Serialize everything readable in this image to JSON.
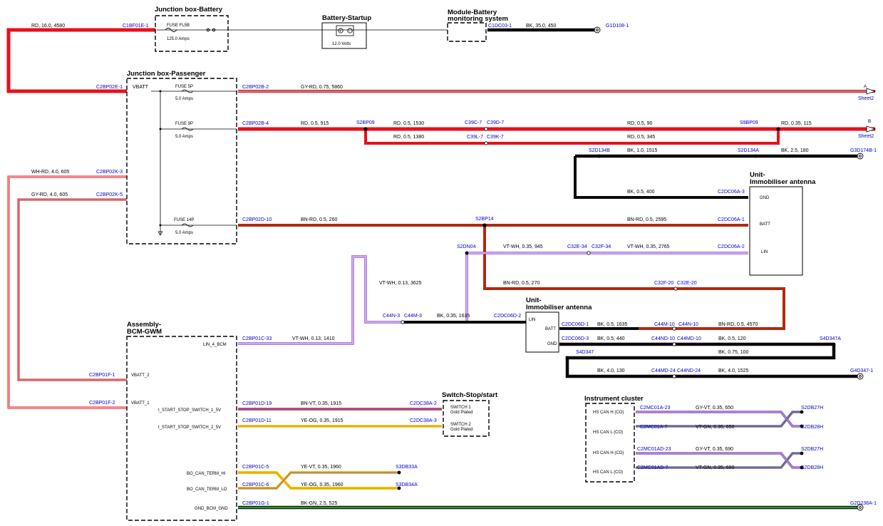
{
  "colors": {
    "RD": "#e8101a",
    "BK": "#0a0a0a",
    "GY": "#a8a8a8",
    "BN": "#b02a10",
    "VT": "#9a55d8",
    "WH": "#ffffff",
    "YE": "#f2c80c",
    "OG": "#e89a10",
    "GN": "#2a9a2a",
    "connector": "#0000cc",
    "box": "#000000"
  },
  "boxes": {
    "jb_battery": {
      "title": "Junction box-Battery",
      "fuse": "FUSE FL5B",
      "amps": "125.0 Amps"
    },
    "battery": {
      "title": "Battery-Startup",
      "volts": "12.0 Volts"
    },
    "bms": {
      "title1": "Module-Battery",
      "title2": "monitoring system"
    },
    "jb_passenger": {
      "title": "Junction box-Passenger",
      "vbatt": "VBATT",
      "fuses": [
        {
          "name": "FUSE 5P",
          "amps": "5.0 Amps"
        },
        {
          "name": "FUSE 9P",
          "amps": "5.0 Amps"
        },
        {
          "name": "FUSE 14P",
          "amps": "5.0 Amps"
        }
      ]
    },
    "immob_antenna_top": {
      "title1": "Unit-",
      "title2": "Immobiliser antenna",
      "pins": [
        "GND",
        "BATT",
        "LIN"
      ]
    },
    "immob_antenna_mid": {
      "title1": "Unit-",
      "title2": "Immobiliser antenna",
      "pins": [
        "LIN",
        "BATT",
        "GND"
      ]
    },
    "bcm": {
      "title1": "Assembly-",
      "title2": "BCM-GWM",
      "pins": [
        "LIN_4_BCM",
        "VBATT_2",
        "VBATT_1",
        "I_START_STOP_SWITCH_1_5V",
        "I_START_STOP_SWITCH_2_5V",
        "BO_CAN_TERM_HI",
        "BO_CAN_TERM_LO",
        "GND_BCM_GND"
      ]
    },
    "switch": {
      "title": "Switch-Stop/start",
      "s1": "SWITCH 1",
      "s2": "SWITCH 2",
      "gold": "Gold Plated"
    },
    "cluster": {
      "title": "Instrument cluster",
      "pins": [
        "HS CAN H (CO)",
        "HS CAN L (CO)",
        "HS CAN H (CO)",
        "HS CAN L (CO)"
      ]
    }
  },
  "sheets": [
    {
      "letter": "A",
      "label": "Sheet2"
    },
    {
      "letter": "B",
      "label": "Sheet2"
    }
  ],
  "connectors": {
    "c1bf01e1": "C1BF01E-1",
    "c1dc031": "C1DC03-1",
    "g1d1081": "G1D108-1",
    "c2bp02e1": "C2BP02E-1",
    "c2bp02b2": "C2BP02B-2",
    "c2bp02b4": "C2BP02B-4",
    "s2bp09": "S2BP09",
    "c39c7": "C39C-7",
    "c39d7": "C39D-7",
    "c39l7": "C39L-7",
    "c39k7": "C39K-7",
    "s9bp09": "S9BP09",
    "s2d134b": "S2D134B",
    "s2d134a": "S2D134A",
    "g3d174b1": "G3D174B-1",
    "c2bp02k3": "C2BP02K-3",
    "c2bp02k5": "C2BP02K-5",
    "c2dc06a3": "C2DC06A-3",
    "c2bp02d10": "C2BP02D-10",
    "s2bp14": "S2BP14",
    "c2dc06a1": "C2DC06A-1",
    "s2dn04": "S2DN04",
    "c32e34": "C32E-34",
    "c32f34": "C32F-34",
    "c2dc06a2": "C2DC06A-2",
    "c32f20": "C32F-20",
    "c32e20": "C32E-20",
    "c44n3": "C44N-3",
    "c44m3": "C44M-3",
    "c2dc06d2": "C2DC06D-2",
    "c2dc06d1": "C2DC06D-1",
    "c44m10": "C44M-10",
    "c44n10": "C44N-10",
    "c2dc06d3": "C2DC06D-3",
    "c44nd10": "C44ND-10",
    "c44md10": "C44MD-10",
    "s4d347a": "S4D347A",
    "s4d347": "S4D347",
    "c44md24": "C44MD-24",
    "c44nd24": "C44ND-24",
    "g4d3471": "G4D347-1",
    "c2bp01c33": "C2BP01C-33",
    "c2bp01f1": "C2BP01F-1",
    "c2bp01f2": "C2BP01F-2",
    "c2bp01d19": "C2BP01D-19",
    "c2dc38a2": "C2DC38A-2",
    "c2bp01d11": "C2BP01D-11",
    "c2dc38a3": "C2DC38A-3",
    "c2bp01c5": "C2BP01C-5",
    "s3db33a": "S3DB33A",
    "c2bp01c6": "C2BP01C-6",
    "s3db34a": "S3DB34A",
    "c2bp01g1": "C2BP01G-1",
    "g2d2381": "G2D238A-1",
    "c2mc01a23": "C2MC01A-23",
    "s2db27h_1": "S2DB27H",
    "c2mc01a7": "C2MC01A-7",
    "s2db28h_1": "S2DB28H",
    "c2mc01ad23": "C2MC01AD-23",
    "s2db27h_2": "S2DB27H",
    "c2mc01ad7": "C2MC01AD-7",
    "s2db28h_2": "S2DB28H"
  },
  "wires": {
    "w_rd_16_4580": "RD,  16.0,  4580",
    "w_bk_35_450": "BK,  35.0,  450",
    "w_gyrd_075_5860": "GY-RD,  0.75,  5860",
    "w_rd_05_915": "RD,  0.5,  915",
    "w_rd_05_1530": "RD,  0.5,  1530",
    "w_rd_05_90": "RD,  0.5,  90",
    "w_rd_035_115": "RD,  0.35,  115",
    "w_rd_05_1380": "RD,  0.5,  1380",
    "w_rd_05_345": "RD,  0.5,  345",
    "w_bk_1_1515": "BK,  1.0,  1515",
    "w_bk_25_180": "BK,  2.5,  180",
    "w_bk_05_400": "BK,  0.5,  400",
    "w_whrd_4_605": "WH-RD,  4.0,  605",
    "w_gyrd_4_605": "GY-RD,  4.0,  605",
    "w_bnrd_05_260": "BN-RD,  0.5,  260",
    "w_bnrd_05_2595": "BN-RD,  0.5,  2595",
    "w_vtwh_035_945": "VT-WH,  0.35,  945",
    "w_vtwh_035_2765": "VT-WH,  0.35,  2765",
    "w_vtwh_013_3625": "VT-WH,  0.13,  3625",
    "w_bnrd_05_270": "BN-RD,  0.5,  270",
    "w_bk_035_1635a": "BK,  0.35,  1635",
    "w_bk_05_1635": "BK,  0.5,  1635",
    "w_bnrd_05_4570": "BN-RD,  0.5,  4570",
    "w_bk_05_440": "BK,  0.5,  440",
    "w_bk_05_120": "BK,  0.5,  120",
    "w_bk_075_100": "BK,  0.75,  100",
    "w_bk_4_130": "BK,  4.0,  130",
    "w_bk_4_1525": "BK,  4.0,  1525",
    "w_vtwh_013_1410": "VT-WH,  0.13,  1410",
    "w_bnvt_035_1915": "BN-VT,  0.35,  1915",
    "w_yeog_035_1915": "YE-OG,  0.35,  1915",
    "w_yevt_035_1960": "YE-VT,  0.35,  1960",
    "w_yeog_035_1960": "YE-OG,  0.35,  1960",
    "w_bkgn_25_525": "BK-GN,  2.5,  525",
    "w_gyvt_035_650": "GY-VT,  0.35,  650",
    "w_vtgn_035_650": "VT-GN,  0.35,  650",
    "w_gyvt_035_690": "GY-VT,  0.35,  690",
    "w_vtgn_035_690": "VT-GN,  0.35,  690"
  }
}
